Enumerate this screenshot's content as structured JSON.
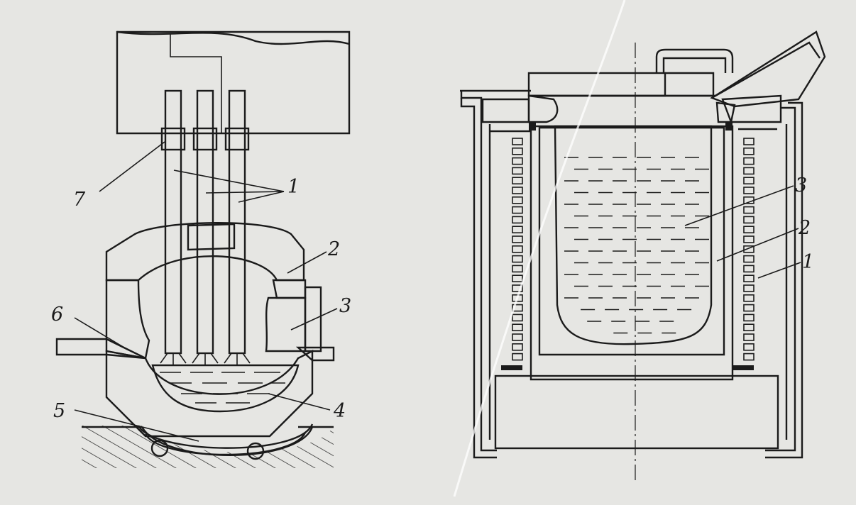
{
  "figure": {
    "arc_furnace": {
      "labels": [
        "1",
        "2",
        "3",
        "4",
        "5",
        "6",
        "7"
      ]
    },
    "induction_furnace": {
      "labels": [
        "1",
        "2",
        "3"
      ]
    }
  },
  "colors": {
    "background": "#e6e6e3",
    "ink": "#1b1b1b",
    "dense_hatch": "#1b1b1b"
  }
}
